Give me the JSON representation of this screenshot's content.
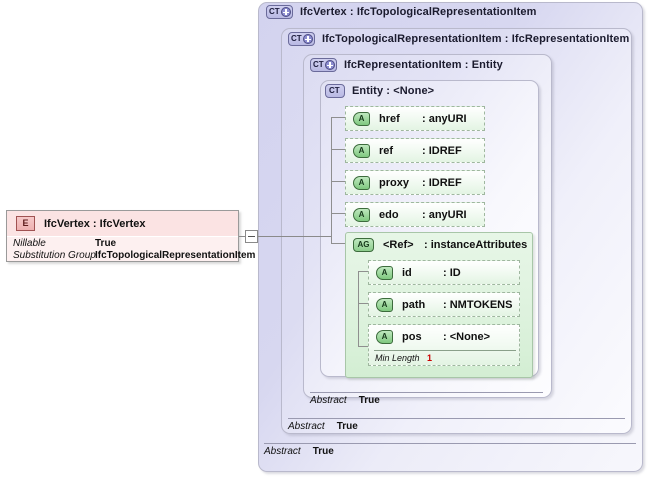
{
  "diagram": {
    "kind": "xsd-schema-diagram",
    "title": "IfcVertex XSD diagram"
  },
  "element": {
    "icon": "element-icon",
    "icon_label": "E",
    "title": "IfcVertex : IfcVertex",
    "properties": [
      {
        "key": "Nillable",
        "value": "True"
      },
      {
        "key": "Substitution Group",
        "value": "IfcTopologicalRepresentationItem"
      }
    ],
    "expander": {
      "name": "collapse-expander",
      "state": "minus"
    }
  },
  "containers": [
    {
      "id": "ifcvertex",
      "icon": "complextype-icon",
      "icon_label": "CT",
      "has_plus": true,
      "title": "IfcVertex : IfcTopologicalRepresentationItem",
      "abstract_key": "Abstract",
      "abstract_value": "True"
    },
    {
      "id": "ifctopologicalrepresentationitem",
      "icon": "complextype-icon",
      "icon_label": "CT",
      "has_plus": true,
      "title": "IfcTopologicalRepresentationItem : IfcRepresentationItem",
      "abstract_key": "Abstract",
      "abstract_value": "True"
    },
    {
      "id": "ifcrepresentationitem",
      "icon": "complextype-icon",
      "icon_label": "CT",
      "has_plus": true,
      "title": "IfcRepresentationItem : Entity",
      "abstract_key": "Abstract",
      "abstract_value": "True"
    },
    {
      "id": "entity",
      "icon": "complextype-icon",
      "icon_label": "CT",
      "has_plus": false,
      "title": "Entity    : <None>",
      "abstract_key": "",
      "abstract_value": ""
    }
  ],
  "attributes": [
    {
      "id": "href",
      "icon": "attribute-icon",
      "icon_label": "A",
      "name": "href",
      "type": ": anyURI"
    },
    {
      "id": "ref",
      "icon": "attribute-icon",
      "icon_label": "A",
      "name": "ref",
      "type": ": IDREF"
    },
    {
      "id": "proxy",
      "icon": "attribute-icon",
      "icon_label": "A",
      "name": "proxy",
      "type": ": IDREF"
    },
    {
      "id": "edo",
      "icon": "attribute-icon",
      "icon_label": "A",
      "name": "edo",
      "type": ": anyURI"
    }
  ],
  "attribute_group": {
    "id": "instanceAttributes",
    "icon": "attributegroup-icon",
    "icon_label": "AG",
    "name": "<Ref>",
    "type": ": instanceAttributes",
    "members": [
      {
        "id": "id",
        "icon": "attribute-icon",
        "icon_label": "A",
        "name": "id",
        "type": ": ID"
      },
      {
        "id": "path",
        "icon": "attribute-icon",
        "icon_label": "A",
        "name": "path",
        "type": ": NMTOKENS"
      },
      {
        "id": "pos",
        "icon": "attribute-icon",
        "icon_label": "A",
        "name": "pos",
        "type": ": <None>",
        "facet": {
          "key": "Min Length",
          "value": "1"
        }
      }
    ]
  },
  "colors": {
    "container_border": "#b9b9cc",
    "container_fill": "#d7d7f0",
    "attribute_fill": "#e3f4e3",
    "attribute_border": "#9fb79f",
    "element_head_fill": "#fbe3e3",
    "element_body_fill": "#fdf0f0",
    "facet_value": "#cc0000",
    "connector": "#8a8a8a"
  }
}
